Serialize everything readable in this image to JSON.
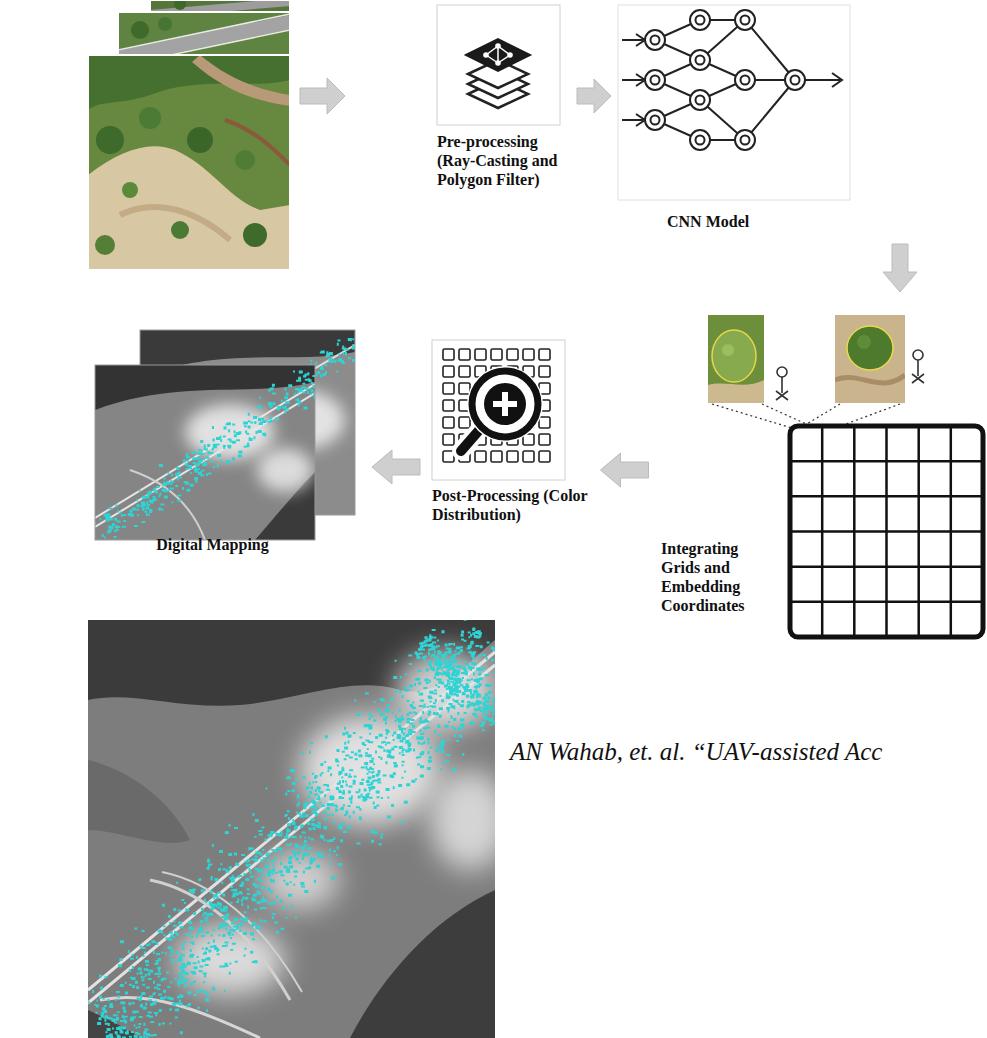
{
  "diagram": {
    "nodes": [
      {
        "text": [
          "Pre-processing (Ray-Casting and Polygon Filter)"
        ]
      },
      {
        "text": [
          "CNN Model"
        ]
      },
      {
        "text": [
          "Integrating Grids and Embedding Coordinates"
        ]
      },
      {
        "text": [
          "Post-Processing (Color Distribution)"
        ]
      },
      {
        "text": [
          "Digital Mapping"
        ]
      }
    ],
    "edges": [
      {
        "from": 0,
        "to": 1,
        "arrow": "to"
      },
      {
        "from": 1,
        "to": 2,
        "arrow": "to"
      },
      {
        "from": 2,
        "to": 3,
        "arrow": "to"
      },
      {
        "from": 3,
        "to": 4,
        "arrow": "to"
      }
    ],
    "labels": [
      "AN Wahab, et. al. “UAV-assisted Acc"
    ]
  }
}
